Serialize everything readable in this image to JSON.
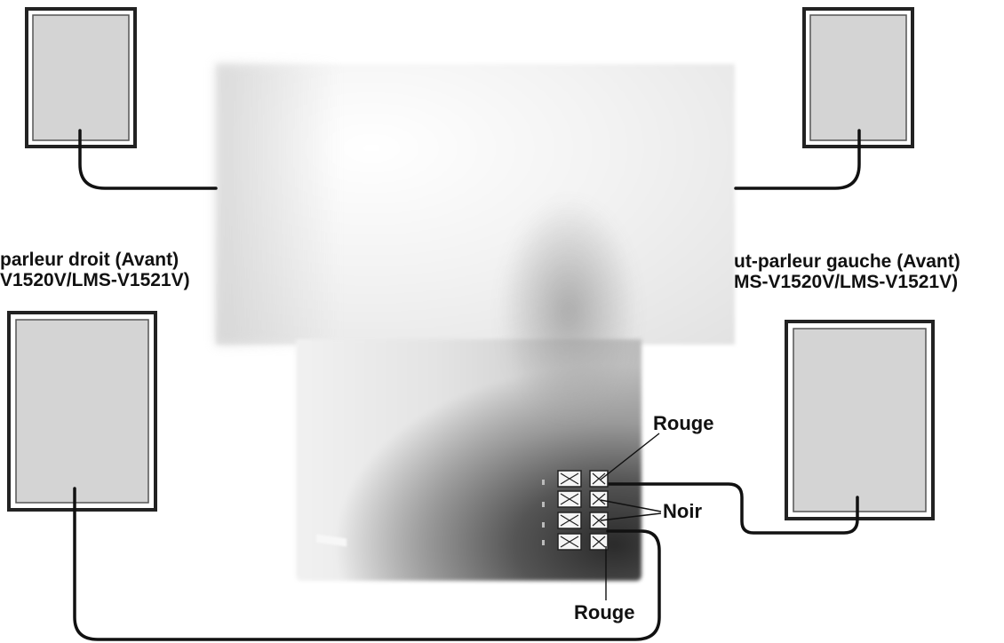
{
  "labels": {
    "front_right_line1": "parleur droit (Avant)",
    "front_right_line2": "V1520V/LMS-V1521V)",
    "front_left_line1": "ut-parleur gauche (Avant)",
    "front_left_line2": "MS-V1520V/LMS-V1521V)",
    "red_top": "Rouge",
    "black": "Noir",
    "red_bottom": "Rouge"
  },
  "colors": {
    "line": "#111111",
    "speaker_fill": "#d4d4d4",
    "speaker_border": "#333333"
  }
}
